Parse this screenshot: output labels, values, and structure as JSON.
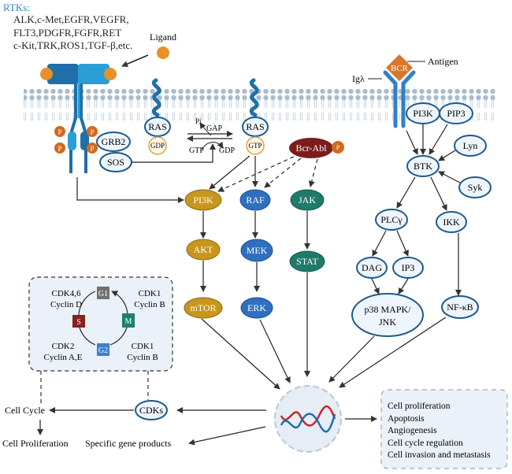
{
  "rtk": {
    "title": "RTKs",
    "colon": ":",
    "lines": [
      "ALK,c-Met,EGFR,VEGFR,",
      "FLT3,PDGFR,FGFR,RET",
      "c-Kit,TRK,ROS1,TGF-β,etc."
    ],
    "ligand_label": "Ligand",
    "phospho_label": "P"
  },
  "bcr_receptor": {
    "label": "BCR",
    "antigen_label": "Antigen",
    "ig_label": "Igλ"
  },
  "ras_cycle": {
    "ras_left": "RAS",
    "gdp_left": "GDP",
    "ras_right": "RAS",
    "gtp_right": "GTP",
    "pi": "Pi",
    "gap": "GAP",
    "gtp": "GTP",
    "gdp": "GDP"
  },
  "adaptors": {
    "grb2": "GRB2",
    "sos": "SOS"
  },
  "bcr_abl": {
    "label": "Bcr-Abl",
    "p": "P"
  },
  "pi3k_pathway": [
    "PI3K",
    "AKT",
    "mTOR"
  ],
  "mapk_pathway": [
    "RAF",
    "MEK",
    "ERK"
  ],
  "jak_pathway": [
    "JAK",
    "STAT"
  ],
  "bcr_pathway": {
    "pi3k": "PI3K",
    "pip3": "PIP3",
    "lyn": "Lyn",
    "btk": "BTK",
    "syk": "Syk",
    "plcg": "PLCγ",
    "ikk": "IKK",
    "dag": "DAG",
    "ip3": "IP3",
    "p38_line1": "p38 MAPK/",
    "p38_line2": "JNK",
    "nfkb": "NF-κB"
  },
  "cell_cycle_box": {
    "phases": {
      "g1": "G1",
      "s": "S",
      "m": "M",
      "g2": "G2"
    },
    "tl_1": "CDK4,6",
    "tl_2": "Cyclin D",
    "tr_1": "CDK1",
    "tr_2": "Cyclin B",
    "bl_1": "CDK2",
    "bl_2": "Cyclin A,E",
    "br_1": "CDK1",
    "br_2": "Cyclin B"
  },
  "bottom": {
    "cdks": "CDKs",
    "cell_cycle": "Cell Cycle",
    "cell_proliferation": "Cell Proliferation",
    "specific_gene_products": "Specific gene products"
  },
  "outcomes": [
    "Cell proliferation",
    "Apoptosis",
    "Angiogenesis",
    "Cell cycle regulation",
    "Cell invasion and metastasis"
  ],
  "colors": {
    "rtk_title": "#2e86c1",
    "receptor_dark": "#1f6fa8",
    "receptor_light": "#2a9fd6",
    "phospho": "#d2691e",
    "ligand": "#e8912a",
    "bcr": "#d9762b",
    "bcr_arm": "#2f80c7",
    "pi3k_path": "#c7961c",
    "mapk_path": "#2f6fc0",
    "jak_path": "#1f7a6a",
    "bcr_abl": "#7b1c1c",
    "node_outline": "#1f5a8a",
    "node_fill": "#eef5fc",
    "membrane": "#9fb3c8",
    "g1": "#707070",
    "s": "#8b1e1e",
    "m": "#1e8070",
    "g2": "#3a7fd0"
  }
}
